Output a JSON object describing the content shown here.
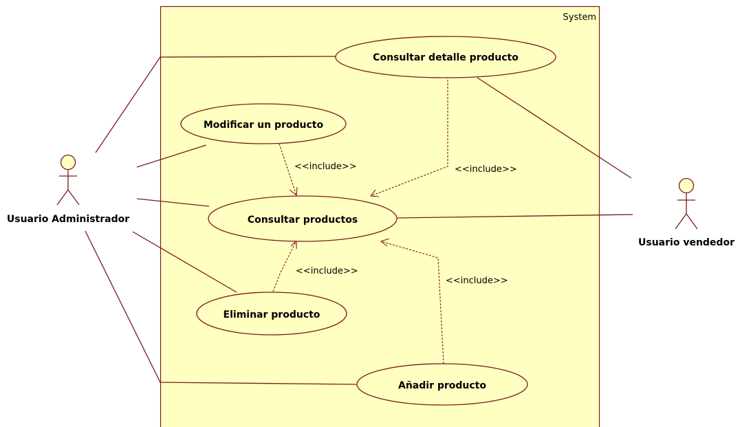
{
  "system": {
    "label": "System"
  },
  "actors": {
    "admin": {
      "label": "Usuario Administrador"
    },
    "vendor": {
      "label": "Usuario vendedor"
    }
  },
  "use_cases": {
    "detalle": "Consultar detalle producto",
    "modificar": "Modificar un producto",
    "consultar": "Consultar productos",
    "eliminar": "Eliminar producto",
    "anadir": "Añadir producto"
  },
  "relations": {
    "include_modificar": "<<include>>",
    "include_detalle": "<<include>>",
    "include_eliminar": "<<include>>",
    "include_anadir": "<<include>>"
  },
  "colors": {
    "fill": "#ffffc2",
    "stroke": "#7a1a1a"
  }
}
